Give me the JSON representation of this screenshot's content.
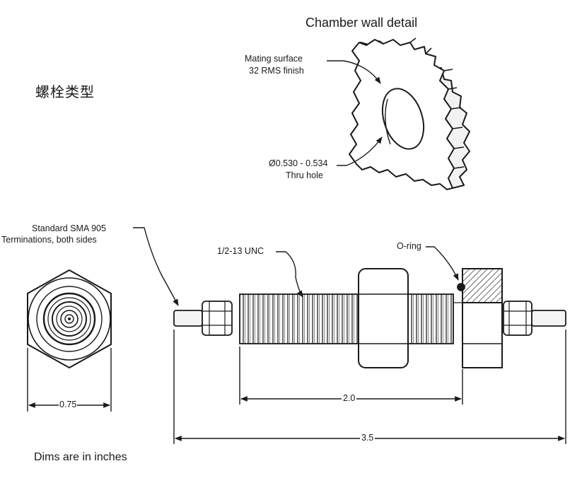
{
  "title": "Chamber wall detail",
  "chinese_label": "螺栓类型",
  "callouts": {
    "mating_surface_line1": "Mating surface",
    "mating_surface_line2": "32 RMS finish",
    "thru_hole_line1": "Ø0.530 - 0.534",
    "thru_hole_line2": "Thru hole",
    "sma_line1": "Standard SMA 905",
    "sma_line2": "Terminations, both sides",
    "thread": "1/2-13 UNC",
    "oring": "O-ring"
  },
  "dimensions": {
    "width": "0.75",
    "thread_length": "2.0",
    "overall_length": "3.5"
  },
  "note": "Dims are in inches"
}
